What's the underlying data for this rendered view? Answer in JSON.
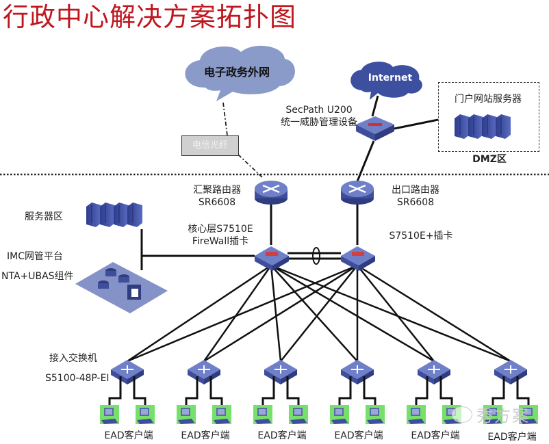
{
  "title": "行政中心解决方案拓扑图",
  "clouds": {
    "egov": "电子政务外网",
    "internet": "Internet"
  },
  "fiber_label": "电信光纤",
  "utm": {
    "model": "SecPath U200",
    "desc": "统一威胁管理设备"
  },
  "dmz": {
    "servers_label": "门户网站服务器",
    "zone_label": "DMZ区"
  },
  "routers": {
    "aggregation": {
      "name": "汇聚路由器",
      "model": "SR6608"
    },
    "egress": {
      "name": "出口路由器",
      "model": "SR6608"
    }
  },
  "core": {
    "left": {
      "line1": "核心层S7510E",
      "line2": "FireWall插卡"
    },
    "right": {
      "line1": "S7510E+插卡"
    }
  },
  "server_zone": "服务器区",
  "imc": {
    "line1": "IMC网管平台",
    "line2": "NTA+UBAS组件"
  },
  "access": {
    "name": "接入交换机",
    "model": "S5100-48P-EI"
  },
  "clients": [
    "EAD客户端",
    "EAD客户端",
    "EAD客户端",
    "EAD客户端",
    "EAD客户端",
    "EAD客户端"
  ],
  "watermark": "秀方案",
  "colors": {
    "title": "#c0161e",
    "device_blue": "#4a5ba8",
    "cloud_light": "#8c9cc8",
    "cloud_dark": "#3d4f9f",
    "client_green": "#77e06a"
  }
}
